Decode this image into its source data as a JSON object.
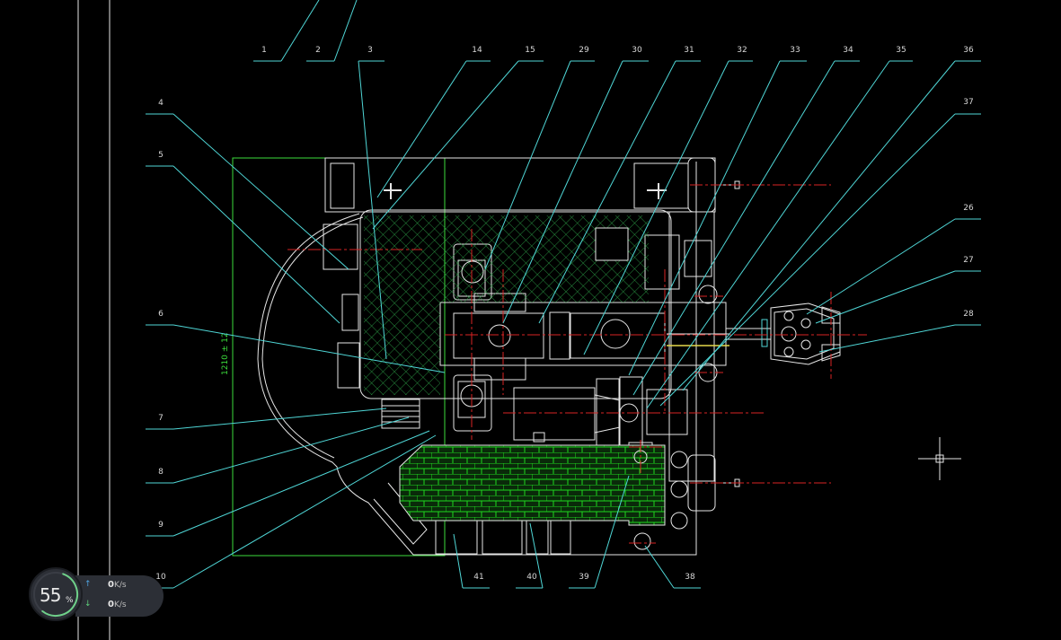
{
  "drawing": {
    "callouts_top": [
      "1",
      "2",
      "3",
      "14",
      "15",
      "29",
      "30",
      "31",
      "32",
      "33",
      "34",
      "35",
      "36"
    ],
    "callouts_left": [
      "4",
      "5",
      "6",
      "7",
      "8",
      "9",
      "10"
    ],
    "callouts_right": [
      "37",
      "26",
      "27",
      "28"
    ],
    "callouts_bottom": [
      "41",
      "40",
      "39",
      "38"
    ],
    "dimension_text": "1210 ± 12",
    "colors": {
      "background": "#000000",
      "outline": "#e6e6e6",
      "leader": "#4fd6d6",
      "hatch": "#2ea84a",
      "brick": "#1fd81f",
      "centerline": "#d82323",
      "boundary": "#3cdc3c",
      "yellow": "#e6d84a"
    }
  },
  "network_widget": {
    "percent": "55",
    "percent_unit": "%",
    "percent_value": 55,
    "upload_value": "0",
    "upload_unit": "K/s",
    "download_value": "0",
    "download_unit": "K/s",
    "upload_icon": "arrow-up-icon",
    "download_icon": "arrow-down-icon"
  }
}
